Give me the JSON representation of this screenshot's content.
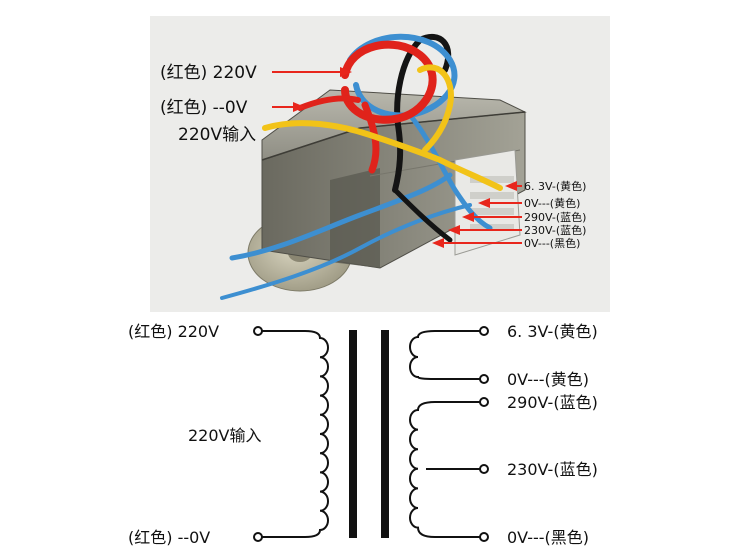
{
  "photo": {
    "labels_left": {
      "red_220v": "(红色) 220V",
      "red_0v": "(红色) --0V",
      "input": "220V输入"
    },
    "labels_right": {
      "yellow_6_3v": "6. 3V-(黄色)",
      "yellow_0v": "0V---(黄色)",
      "blue_290v": "290V-(蓝色)",
      "blue_230v": "230V-(蓝色)",
      "black_0v": "0V---(黑色)"
    }
  },
  "schematic": {
    "primary": {
      "top_label": "(红色) 220V",
      "bottom_label": "(红色) --0V",
      "center_label": "220V输入"
    },
    "secondary": {
      "heater_top": "6. 3V-(黄色)",
      "heater_bottom": "0V---(黄色)",
      "hv_top": "290V-(蓝色)",
      "hv_tap": "230V-(蓝色)",
      "hv_bottom": "0V---(黑色)"
    }
  },
  "colors": {
    "arrow": "#e8261c",
    "wire_red": "#e0231b",
    "wire_yellow": "#f2c318",
    "wire_blue": "#3d8fd1",
    "wire_black": "#141414",
    "core_metal": "#a7a79b",
    "core_dark": "#5f5e56"
  }
}
